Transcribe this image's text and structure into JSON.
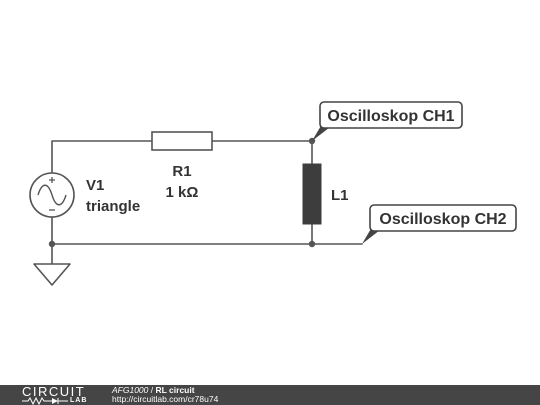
{
  "diagram": {
    "source": {
      "name": "V1",
      "waveform": "triangle"
    },
    "resistor": {
      "name": "R1",
      "value": "1 kΩ"
    },
    "inductor": {
      "name": "L1"
    },
    "probes": [
      {
        "label": "Oscilloskop CH1"
      },
      {
        "label": "Oscilloskop CH2"
      }
    ],
    "colors": {
      "wire": "#555555",
      "inductor_body": "#3d3d3d",
      "probe_fill": "#444444",
      "text": "#333333"
    }
  },
  "footer": {
    "logo_top": "CIRCUIT",
    "logo_bottom": "LAB",
    "author": "AFG1000",
    "separator": "/",
    "title": "RL circuit",
    "url": "http://circuitlab.com/cr78u74",
    "background": "#454545"
  }
}
